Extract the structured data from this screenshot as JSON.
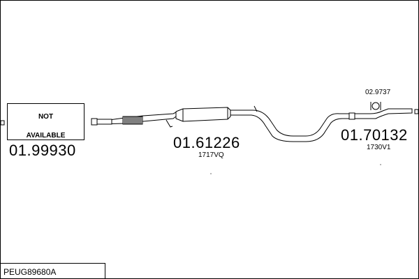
{
  "diagram": {
    "reference_code": "PEUG89680A",
    "not_available_box": {
      "line1": "NOT",
      "line2": "AVAILABLE"
    },
    "parts": [
      {
        "number": "01.99930"
      },
      {
        "number": "01.61226",
        "oem": "1717VQ"
      },
      {
        "number": "01.70132",
        "oem": "1730V1"
      },
      {
        "number": "02.9737"
      }
    ],
    "colors": {
      "line": "#000000",
      "background": "#ffffff"
    }
  }
}
